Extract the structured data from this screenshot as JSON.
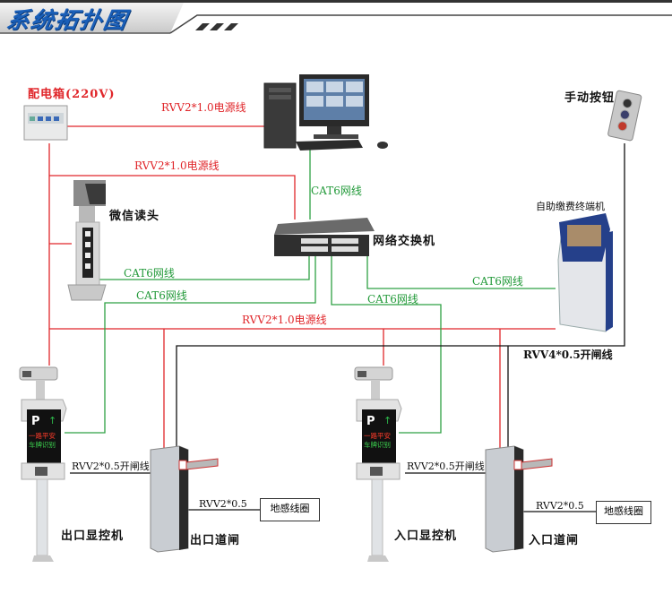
{
  "header": {
    "title": "系统拓扑图"
  },
  "devices": {
    "power_box": "配电箱(220V)",
    "computer": "",
    "manual_button": "手动按钮",
    "wechat_reader": "微信读头",
    "network_switch": "网络交换机",
    "self_pay_terminal": "自助缴费终端机",
    "exit_display_controller": "出口显控机",
    "exit_barrier": "出口道闸",
    "entry_display_controller": "入口显控机",
    "entry_barrier": "入口道闸",
    "exit_ground_loop": "地感线圈",
    "entry_ground_loop": "地感线圈"
  },
  "cables": {
    "power_to_computer": "RVV2*1.0电源线",
    "power_to_switch": "RVV2*1.0电源线",
    "power_main_bus": "RVV2*1.0电源线",
    "computer_to_switch": "CAT6网线",
    "switch_to_wechat": "CAT6网线",
    "switch_to_exit_cam": "CAT6网线",
    "switch_to_entry_cam": "CAT6网线",
    "switch_to_terminal": "CAT6网线",
    "manual_gate_line": "RVV4*0.5开闸线",
    "exit_gate_line": "RVV2*0.5开闸线",
    "entry_gate_line": "RVV2*0.5开闸线",
    "exit_loop_line": "RVV2*0.5",
    "entry_loop_line": "RVV2*0.5"
  },
  "display_screen": {
    "line1": "一路平安",
    "line2": "车牌识别",
    "parking_symbol": "P"
  },
  "colors": {
    "power_cable": "#e0262a",
    "network_cable": "#2ea043",
    "control_cable": "#111111",
    "title_blue": "#1a5fb8"
  }
}
